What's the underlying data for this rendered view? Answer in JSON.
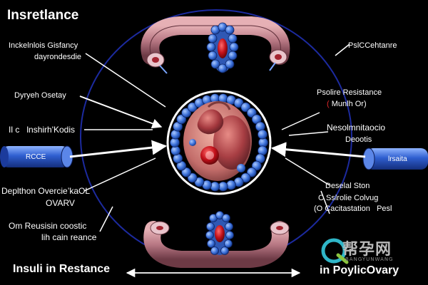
{
  "title": "Insretlance",
  "labels": {
    "top_left_1": "Inckelnlois Gisfancy",
    "top_left_2": "dayrondesdie",
    "top_right": "PslCCehtanre",
    "mid_left_1": "Dyryeh Osetay",
    "right_1a": "Psolire Resistance",
    "right_1b_prefix": "(",
    "right_1b_rest": "Munlh Or)",
    "mid_left_2_a": "Il c",
    "mid_left_2_b": "lnshirh'Kodis",
    "right_2a": "Nesolmnitaocio",
    "right_2b": "Deootis",
    "left_capsule": "RCCE",
    "right_capsule": "lrsaita",
    "left_lower_1": "Deplthon Overcie’kaOL",
    "left_lower_2": "OVARV",
    "right_lower_1": "Deselal Ston",
    "right_lower_2": "C Sslrolie Colvug",
    "right_lower_3a": "(O",
    "right_lower_3b": "Cacitastation",
    "right_lower_3c": "Pesl",
    "bottom_left_1": "Om Reusisin coostic",
    "bottom_left_2": "lih cain reance",
    "bottom_title_left": "Insuli in Restance",
    "bottom_title_right_a": "in",
    "bottom_title_right_b": "PoylicOvary"
  },
  "watermark": {
    "chinese": "帮孕网",
    "english": "BANGYUNWANG"
  },
  "icons": [
    "ovary-cross-section",
    "capsule-left",
    "capsule-right",
    "fallopian-tube-top",
    "fallopian-tube-bottom",
    "follicle-cluster",
    "watermark-q-logo"
  ],
  "colors": {
    "background": "#000000",
    "outline_circle": "#1c2a9e",
    "follicle": "#3a6fd8",
    "tissue": "#b86a6a",
    "accent_red": "#e0262a"
  }
}
